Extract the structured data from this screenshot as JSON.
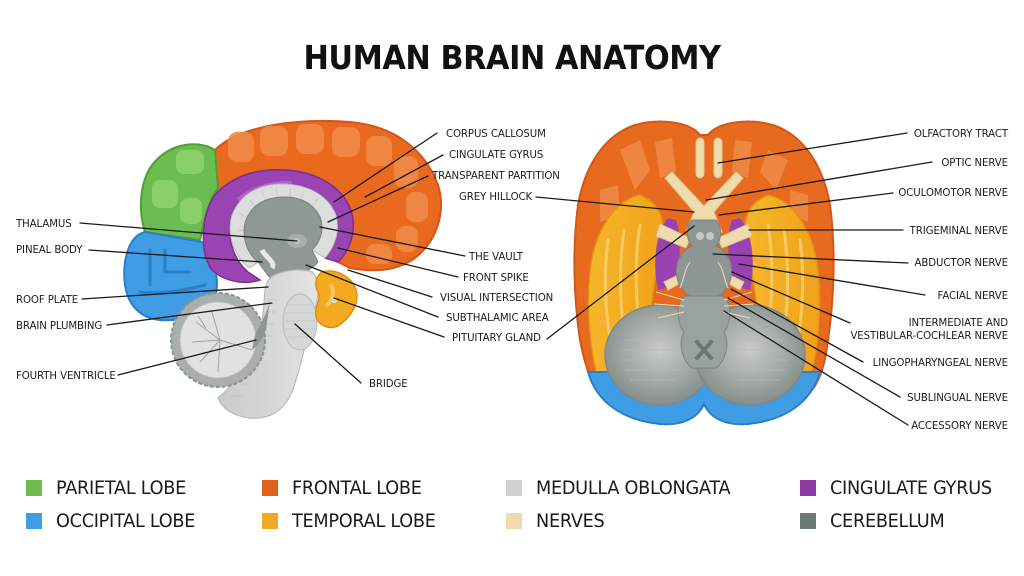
{
  "title": "HUMAN BRAIN ANATOMY",
  "colors": {
    "parietal": "#6cbd4f",
    "occipital": "#3f9de6",
    "frontal": "#e0601a",
    "temporal": "#f1a91f",
    "medulla": "#cfd0d0",
    "nerves": "#efdcae",
    "cingulate": "#8e3ba6",
    "cerebellum": "#6b7a75",
    "line": "#1a1a1a"
  },
  "sagittal_view": {
    "labels_left": [
      {
        "id": "thalamus",
        "text": "THALAMUS"
      },
      {
        "id": "pineal-body",
        "text": "PINEAL BODY"
      },
      {
        "id": "roof-plate",
        "text": "ROOF PLATE"
      },
      {
        "id": "brain-plumbing",
        "text": "BRAIN PLUMBING"
      },
      {
        "id": "fourth-ventricle",
        "text": "FOURTH VENTRICLE"
      }
    ],
    "labels_right": [
      {
        "id": "corpus-callosum",
        "text": "CORPUS CALLOSUM"
      },
      {
        "id": "cingulate-gyrus",
        "text": "CINGULATE GYRUS"
      },
      {
        "id": "transparent-partition",
        "text": "TRANSPARENT PARTITION"
      },
      {
        "id": "the-vault",
        "text": "THE VAULT"
      },
      {
        "id": "front-spike",
        "text": "FRONT SPIKE"
      },
      {
        "id": "visual-intersection",
        "text": "VISUAL INTERSECTION"
      },
      {
        "id": "subthalamic-area",
        "text": "SUBTHALAMIC AREA"
      },
      {
        "id": "pituitary-gland",
        "text": "PITUITARY GLAND"
      },
      {
        "id": "bridge",
        "text": "BRIDGE"
      }
    ]
  },
  "inferior_view": {
    "labels_left": [
      {
        "id": "grey-hillock",
        "text": "GREY HILLOCK"
      }
    ],
    "labels_right": [
      {
        "id": "olfactory-tract",
        "text": "OLFACTORY TRACT"
      },
      {
        "id": "optic-nerve",
        "text": "OPTIC NERVE"
      },
      {
        "id": "oculomotor-nerve",
        "text": "OCULOMOTOR NERVE"
      },
      {
        "id": "trigeminal-nerve",
        "text": "TRIGEMINAL NERVE"
      },
      {
        "id": "abductor-nerve",
        "text": "ABDUCTOR NERVE"
      },
      {
        "id": "facial-nerve",
        "text": "FACIAL NERVE"
      },
      {
        "id": "intermediate-vestibular-cochlear-nerve",
        "text": "INTERMEDIATE AND",
        "text2": "VESTIBULAR-COCHLEAR NERVE"
      },
      {
        "id": "lingopharyngeal-nerve",
        "text": "LINGOPHARYNGEAL NERVE"
      },
      {
        "id": "sublingual-nerve",
        "text": "SUBLINGUAL NERVE"
      },
      {
        "id": "accessory-nerve",
        "text": "ACCESSORY NERVE"
      }
    ]
  },
  "legend": [
    {
      "id": "parietal-lobe",
      "label": "PARIETAL LOBE",
      "color": "#6cbd4f"
    },
    {
      "id": "occipital-lobe",
      "label": "OCCIPITAL LOBE",
      "color": "#3f9de6"
    },
    {
      "id": "frontal-lobe",
      "label": "FRONTAL LOBE",
      "color": "#e0601a"
    },
    {
      "id": "temporal-lobe",
      "label": "TEMPORAL LOBE",
      "color": "#f1a91f"
    },
    {
      "id": "medulla-oblongata",
      "label": "MEDULLA OBLONGATA",
      "color": "#cfd0d0"
    },
    {
      "id": "nerves",
      "label": "NERVES",
      "color": "#efdcae"
    },
    {
      "id": "cingulate-gyrus",
      "label": "CINGULATE GYRUS",
      "color": "#8e3ba6"
    },
    {
      "id": "cerebellum",
      "label": "CEREBELLUM",
      "color": "#6b7a75"
    }
  ]
}
